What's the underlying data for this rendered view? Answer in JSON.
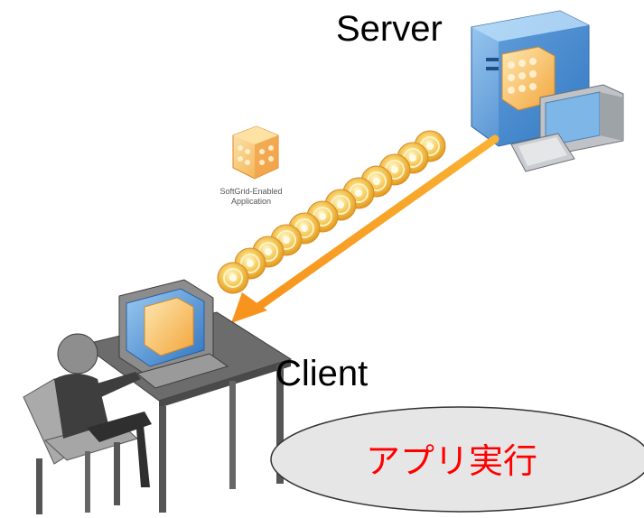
{
  "labels": {
    "server": "Server",
    "client": "Client",
    "package_line1": "SoftGrid-Enabled",
    "package_line2": "Application",
    "bubble": "アプリ実行"
  },
  "nodes": [
    {
      "id": "server",
      "icon": "server-computer-icon"
    },
    {
      "id": "package",
      "icon": "software-package-cube-icon"
    },
    {
      "id": "client",
      "icon": "user-at-desk-computer-icon"
    }
  ],
  "edges": [
    {
      "from": "server",
      "to": "client",
      "style": "orange-arrow-with-disc-stream"
    }
  ],
  "colors": {
    "arrow": "#f7941d",
    "disc": "#f5c542",
    "server_box": "#4a90d9",
    "bubble_fill": "#e6e6e6",
    "bubble_text": "#ff0000"
  }
}
